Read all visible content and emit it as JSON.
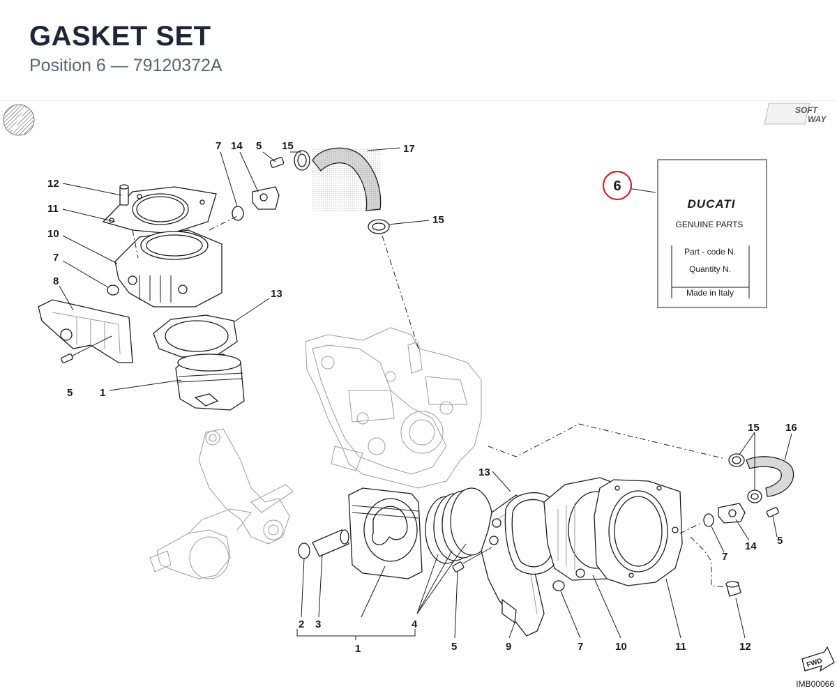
{
  "header": {
    "title": "GASKET SET",
    "subtitle": "Position 6 — 79120372A"
  },
  "logo": {
    "soft": "SOFT",
    "way": "WAY"
  },
  "label_card": {
    "brand": "DUCATI",
    "line1": "GENUINE PARTS",
    "line2": "Part - code N.",
    "line3": "Quantity N.",
    "line4": "Made in Italy"
  },
  "highlight": {
    "position": "6",
    "color": "#d0202a"
  },
  "callouts": {
    "c7_top": "7",
    "c14_top": "14",
    "c5_top": "5",
    "c15_top": "15",
    "c17": "17",
    "c12_left": "12",
    "c11_left": "11",
    "c10_left": "10",
    "c7_left": "7",
    "c8": "8",
    "c13_top": "13",
    "c15_mid": "15",
    "c5_left": "5",
    "c1_left": "1",
    "c15_right": "15",
    "c16": "16",
    "c13_mid": "13",
    "c5_right": "5",
    "c14_right": "14",
    "c7_right": "7",
    "c2": "2",
    "c3": "3",
    "c4": "4",
    "c1_bottom": "1",
    "c5_bottom": "5",
    "c9": "9",
    "c7_bottom": "7",
    "c10_bottom": "10",
    "c11_bottom": "11",
    "c12_bottom": "12"
  },
  "footer": {
    "fwd": "FWD",
    "image_ref": "IMB00066"
  }
}
